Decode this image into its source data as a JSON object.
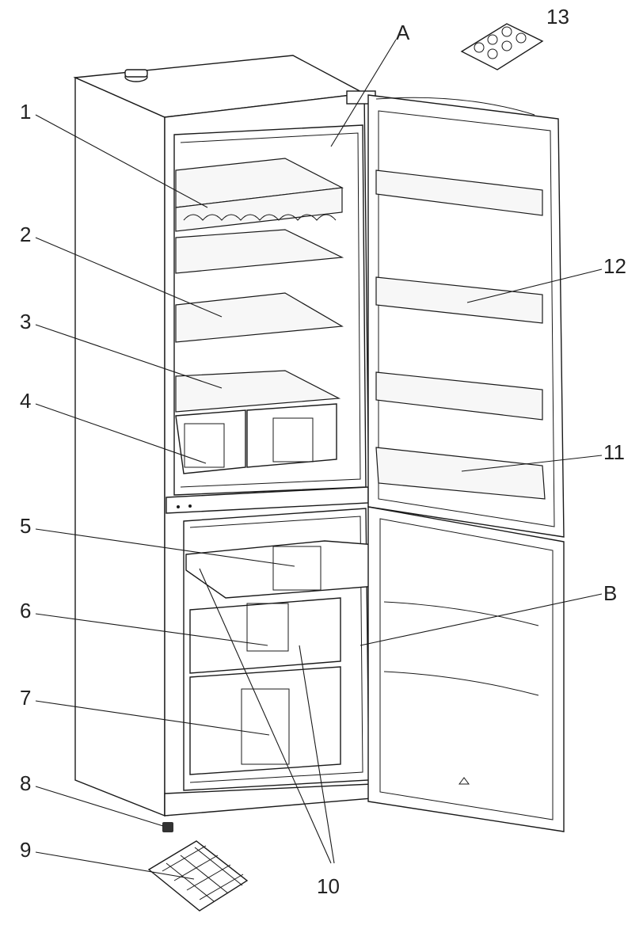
{
  "callouts": [
    {
      "id": "c1",
      "text": "1"
    },
    {
      "id": "c2",
      "text": "2"
    },
    {
      "id": "c3",
      "text": "3"
    },
    {
      "id": "c4",
      "text": "4"
    },
    {
      "id": "c5",
      "text": "5"
    },
    {
      "id": "c6",
      "text": "6"
    },
    {
      "id": "c7",
      "text": "7"
    },
    {
      "id": "c8",
      "text": "8"
    },
    {
      "id": "c9",
      "text": "9"
    },
    {
      "id": "c10",
      "text": "10"
    },
    {
      "id": "c11",
      "text": "11"
    },
    {
      "id": "c12",
      "text": "12"
    },
    {
      "id": "c13",
      "text": "13"
    },
    {
      "id": "cA",
      "text": "A"
    },
    {
      "id": "cB",
      "text": "B"
    }
  ]
}
